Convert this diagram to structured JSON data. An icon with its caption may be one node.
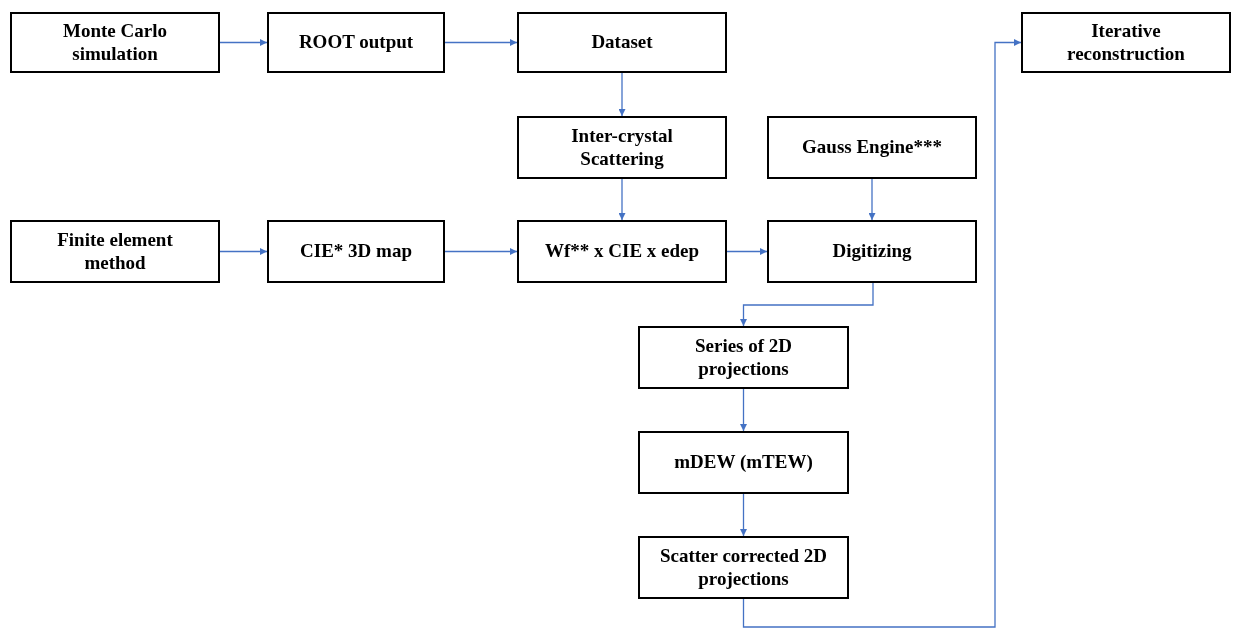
{
  "diagram": {
    "nodes": [
      {
        "text": [
          "Monte Carlo simulation"
        ]
      },
      {
        "text": [
          "ROOT output"
        ]
      },
      {
        "text": [
          "Dataset"
        ]
      },
      {
        "text": [
          "Iterative reconstruction"
        ]
      },
      {
        "text": [
          "Inter-crystal Scattering"
        ]
      },
      {
        "text": [
          "Gauss Engine***"
        ]
      },
      {
        "text": [
          "Finite element method"
        ]
      },
      {
        "text": [
          "CIE* 3D map"
        ]
      },
      {
        "text": [
          "Wf** x CIE x edep"
        ]
      },
      {
        "text": [
          "Digitizing"
        ]
      },
      {
        "text": [
          "Series of 2D projections"
        ]
      },
      {
        "text": [
          "mDEW (mTEW)"
        ]
      },
      {
        "text": [
          "Scatter corrected 2D projections"
        ]
      }
    ],
    "edges": [
      {
        "from": 0,
        "to": 1,
        "arrow": "to"
      },
      {
        "from": 1,
        "to": 2,
        "arrow": "to"
      },
      {
        "from": 2,
        "to": 4,
        "arrow": "to"
      },
      {
        "from": 4,
        "to": 8,
        "arrow": "to"
      },
      {
        "from": 6,
        "to": 7,
        "arrow": "to"
      },
      {
        "from": 7,
        "to": 8,
        "arrow": "to"
      },
      {
        "from": 8,
        "to": 9,
        "arrow": "to"
      },
      {
        "from": 5,
        "to": 9,
        "arrow": "to"
      },
      {
        "from": 9,
        "to": 10,
        "arrow": "to"
      },
      {
        "from": 10,
        "to": 11,
        "arrow": "to"
      },
      {
        "from": 11,
        "to": 12,
        "arrow": "to"
      },
      {
        "from": 12,
        "to": 3,
        "arrow": "to"
      }
    ]
  }
}
